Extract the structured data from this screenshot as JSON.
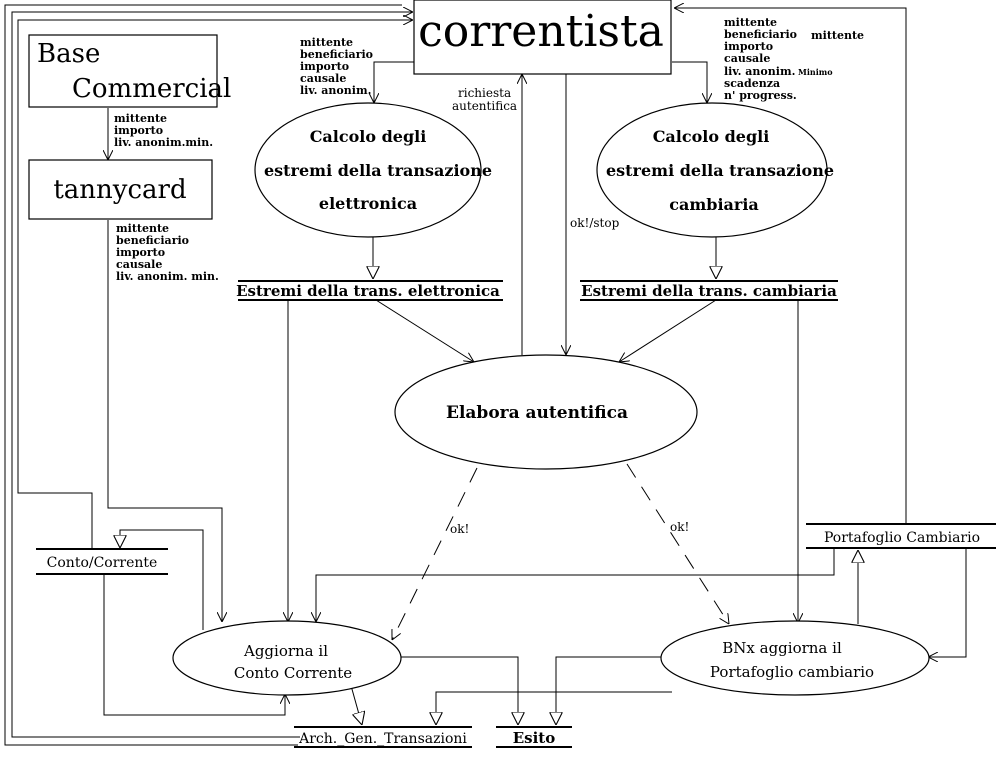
{
  "entities": {
    "correntista": "correntista",
    "base_line1": "Base",
    "base_line2": "Commercial",
    "tannycard": "tannycard"
  },
  "processes": {
    "calc_elet": [
      "Calcolo degli",
      "estremi della transazione",
      "elettronica"
    ],
    "calc_camb": [
      "Calcolo degli",
      "estremi della transazione",
      "cambiaria"
    ],
    "elabora": "Elabora autentifica",
    "aggiorna": [
      "Aggiorna il",
      "Conto Corrente"
    ],
    "bnx": [
      "BNx aggiorna il",
      "Portafoglio cambiario"
    ]
  },
  "stores": {
    "estremi_elet": "Estremi della trans. elettronica",
    "estremi_camb": "Estremi della trans. cambiaria",
    "conto": "Conto/Corrente",
    "portafoglio": "Portafoglio Cambiario",
    "arch": "Arch._Gen._Transazioni",
    "esito": "Esito"
  },
  "flows": {
    "base_tanny": [
      "mittente",
      "importo",
      "liv. anonim.min."
    ],
    "tanny_agg": [
      "mittente",
      "beneficiario",
      "importo",
      "causale",
      "liv. anonim. min."
    ],
    "corr_elet": [
      "mittente",
      "beneficiario",
      "importo",
      "causale",
      "liv. anonim."
    ],
    "corr_camb": [
      "mittente",
      "beneficiario",
      "mittente",
      "importo",
      "causale",
      "liv. anonim.",
      "Minimo",
      "scadenza",
      "n' progress."
    ],
    "richiesta": [
      "richiesta",
      "autentifica"
    ],
    "okstop": "ok!/stop",
    "ok_left": "ok!",
    "ok_right": "ok!"
  }
}
